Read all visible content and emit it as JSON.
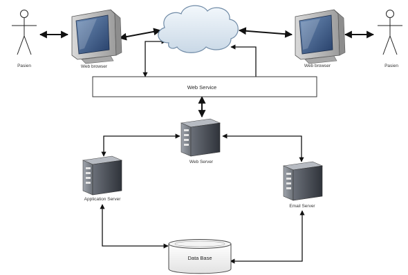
{
  "actors": {
    "left_label": "Pasien",
    "right_label": "Pasien"
  },
  "browsers": {
    "left_label": "Web browser",
    "right_label": "Web browser"
  },
  "web_service": {
    "label": "Web Service"
  },
  "servers": {
    "web_label": "Web Server",
    "app_label": "Application Server",
    "email_label": "Email Server"
  },
  "database": {
    "label": "Data Base"
  },
  "colors": {
    "line": "#111111",
    "monitor_screen": "#3f5f88",
    "server_body": "#4a4f58",
    "cloud_fill": "#e3eef8"
  }
}
